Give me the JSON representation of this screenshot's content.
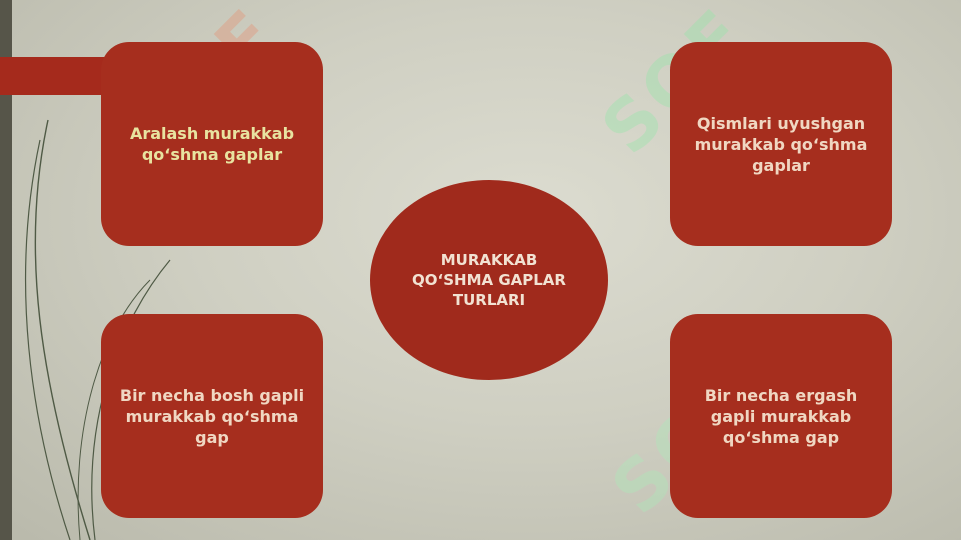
{
  "diagram": {
    "center": {
      "label": "MURAKKAB QO‘SHMA GAPLAR TURLARI"
    },
    "boxes": [
      {
        "label": "Aralash murakkab qo‘shma gaplar"
      },
      {
        "label": "Qismlari uyushgan murakkab qo‘shma gaplar"
      },
      {
        "label": "Bir necha bosh gapli murakkab qo‘shma gap"
      },
      {
        "label": "Bir necha ergash gapli murakkab qo‘shma gap"
      }
    ]
  },
  "watermark": {
    "text": "SOF"
  },
  "colors": {
    "box": "#a62e1e",
    "center": "#a02a1c",
    "background": "#d4d4c6",
    "accent_bar": "#a52a1c"
  }
}
